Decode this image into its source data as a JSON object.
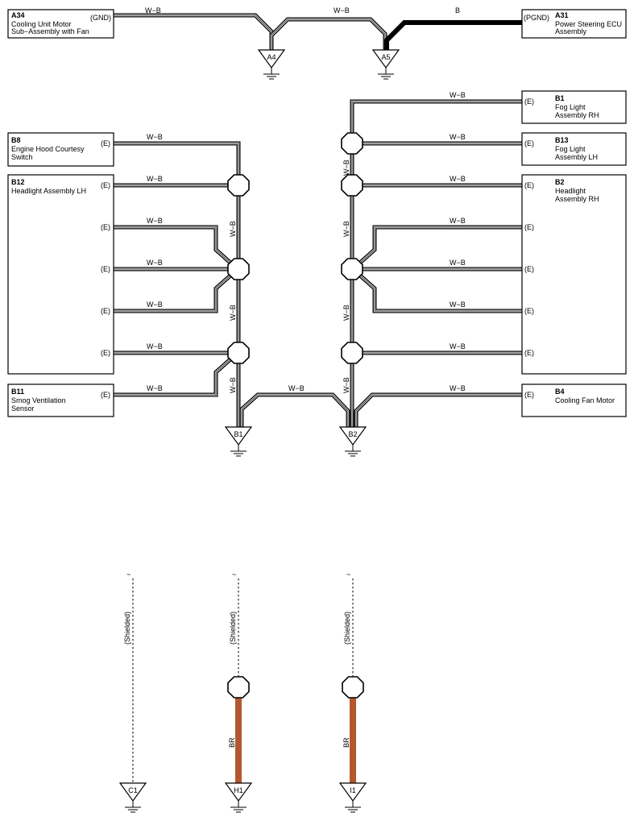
{
  "wire_labels": {
    "wb": "W−B",
    "b": "B",
    "br": "BR",
    "shielded": "(Shielded)"
  },
  "colors": {
    "wire_black": "#000000",
    "wire_brown": "#b5562e"
  },
  "components": {
    "a34": {
      "code": "A34",
      "line1": "Cooling Unit Motor",
      "line2": "Sub−Assembly with Fan",
      "line3": "",
      "pin": "(GND)"
    },
    "a31": {
      "code": "A31",
      "line1": "Power Steering ECU",
      "line2": "Assembly",
      "line3": "",
      "pin": "(PGND)"
    },
    "b1": {
      "code": "B1",
      "line1": "Fog Light",
      "line2": "Assembly RH",
      "line3": "",
      "pin": "(E)"
    },
    "b13": {
      "code": "B13",
      "line1": "Fog Light",
      "line2": "Assembly LH",
      "line3": "",
      "pin": "(E)"
    },
    "b8": {
      "code": "B8",
      "line1": "Engine Hood Courtesy",
      "line2": "Switch",
      "line3": "",
      "pin": "(E)"
    },
    "b12": {
      "code": "B12",
      "line1": "Headlight Assembly LH",
      "line2": "",
      "line3": "",
      "pin": "(E)"
    },
    "b2": {
      "code": "B2",
      "line1": "Headlight",
      "line2": "Assembly RH",
      "line3": "",
      "pin": "(E)"
    },
    "b11": {
      "code": "B11",
      "line1": "Smog Ventilation",
      "line2": "Sensor",
      "line3": "",
      "pin": "(E)"
    },
    "b4": {
      "code": "B4",
      "line1": "Cooling Fan Motor",
      "line2": "",
      "line3": "",
      "pin": "(E)"
    }
  },
  "grounds": {
    "a4": "A4",
    "a5": "A5",
    "b1": "B1",
    "b2": "B2",
    "c1": "C1",
    "h1": "H1",
    "i1": "I1"
  },
  "shield_symbol": "~"
}
